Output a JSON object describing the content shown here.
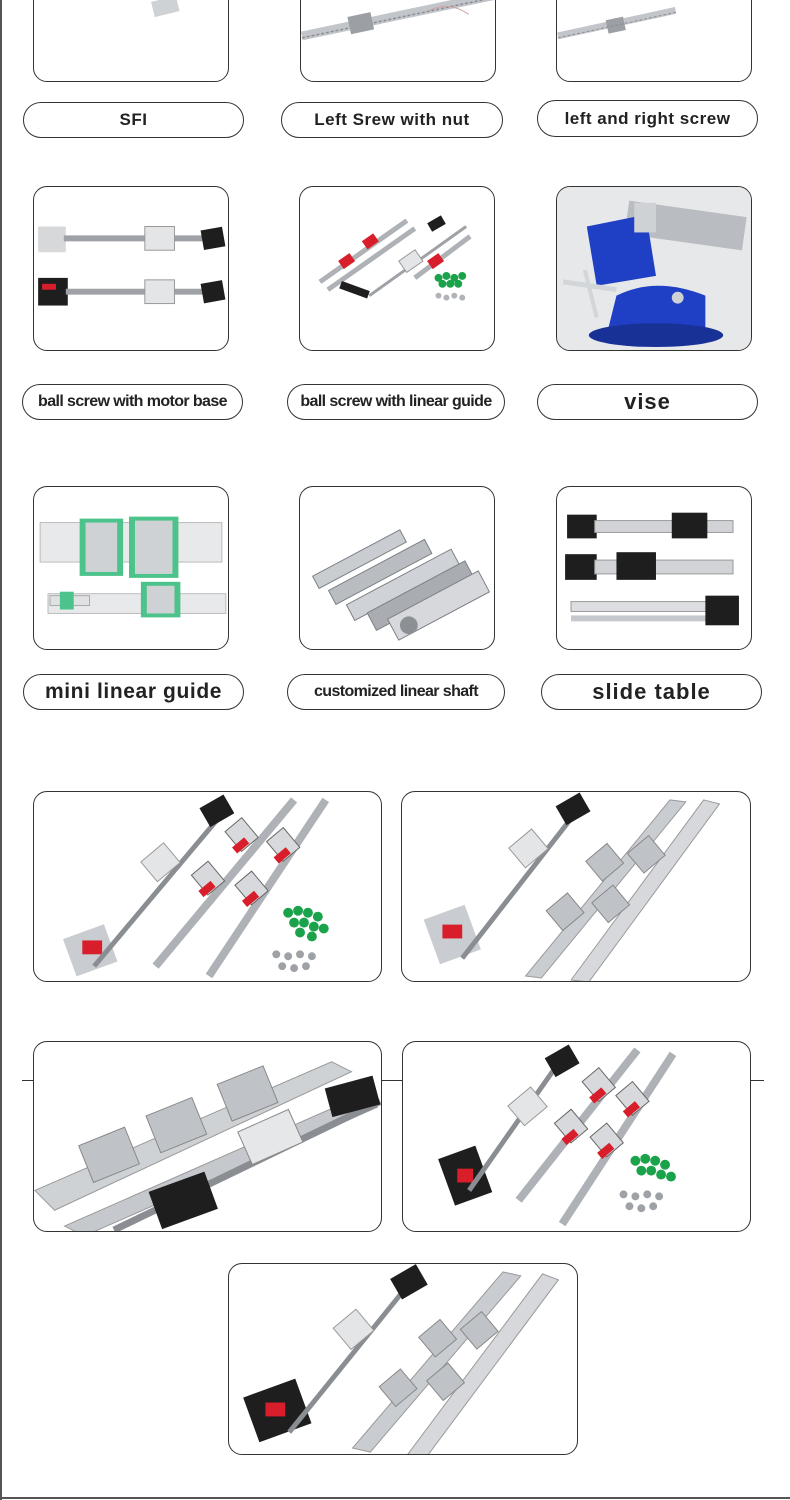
{
  "labels": {
    "sfi": "SFI",
    "left_screw_nut": "Left Srew with nut",
    "left_right_screw": "left and right screw",
    "ball_screw_motor_base": "ball screw with motor base",
    "ball_screw_linear_guide": "ball screw with linear guide",
    "vise": "vise",
    "mini_linear_guide": "mini linear guide",
    "customized_linear_shaft": "customized linear shaft",
    "slide_table": "slide table"
  },
  "colors": {
    "border": "#333333",
    "rail": "#b8bcc0",
    "steel": "#c9ccd0",
    "dark": "#1e1e1e",
    "accent_red": "#d81e2a",
    "accent_green": "#1aa34a",
    "guide_green": "#4cc38a",
    "vise_blue": "#1f3fc4"
  },
  "images": [
    "screw-end-image",
    "screw-nut-image",
    "left-right-screw-image",
    "ball-screw-motor-base-image",
    "ball-screw-linear-guide-image",
    "vise-image",
    "mini-linear-guide-image",
    "linear-shaft-image",
    "slide-table-image",
    "kit-hgr-red-image",
    "kit-sbr-silver-image",
    "kit-sbr-closeup-image",
    "kit-hgr-black-image",
    "kit-sbr-black-image"
  ]
}
